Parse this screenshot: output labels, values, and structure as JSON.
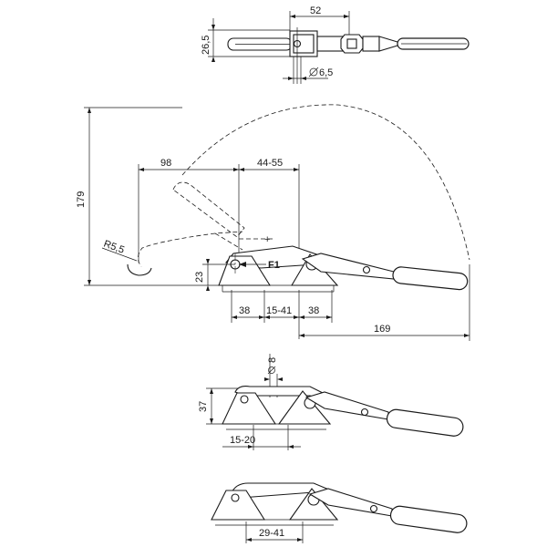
{
  "top_view": {
    "dim_width": "52",
    "dim_height": "26,5",
    "dim_hole": "6,5"
  },
  "side_view": {
    "dim_reach": "98",
    "dim_latch_range": "44-55",
    "dim_height": "179",
    "dim_hook_radius": "R5,5",
    "dim_base_height": "23",
    "force_label": "F1",
    "dim_base_left": "38",
    "dim_base_gap": "15-41",
    "dim_base_right": "38",
    "dim_handle_length": "169"
  },
  "variant_one": {
    "dim_height": "37",
    "dim_pin": "8",
    "dim_gap": "15-20"
  },
  "variant_two": {
    "dim_gap": "29-41"
  }
}
